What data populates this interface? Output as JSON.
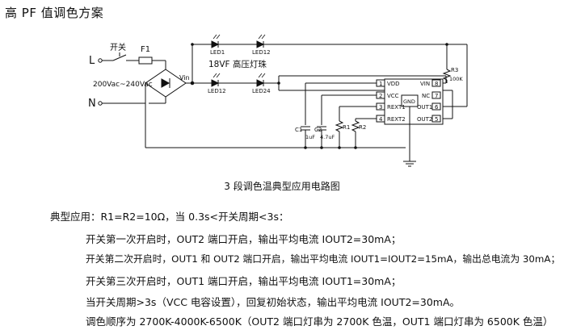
{
  "title": "高 PF 值调色方案",
  "circuit": {
    "switch_label": "开关",
    "fuse_label": "F1",
    "input_L": "L",
    "input_N": "N",
    "voltage_label": "200Vac~240Vac",
    "vin_label": "Vin",
    "led_labels": [
      "LED1",
      "LED12",
      "LED12",
      "LED24"
    ],
    "led_group_label": "18VF 高压灯珠",
    "r3_label": "R3",
    "r3_value": "100K",
    "c1_label": "C1",
    "c1_value": "1uF",
    "c2_label": "C2",
    "c2_value": "4.7uF",
    "r1_label": "R1",
    "r2_label": "R2",
    "chip_gnd": "GND",
    "chip_left_pins": [
      {
        "num": "1",
        "name": "VDD"
      },
      {
        "num": "2",
        "name": "VCC"
      },
      {
        "num": "3",
        "name": "REXT1"
      },
      {
        "num": "4",
        "name": "REXT2"
      }
    ],
    "chip_right_pins": [
      {
        "num": "8",
        "name": "VIN"
      },
      {
        "num": "7",
        "name": "NC"
      },
      {
        "num": "6",
        "name": "OUT1"
      },
      {
        "num": "5",
        "name": "OUT2"
      }
    ]
  },
  "caption": "3 段调色温典型应用电路图",
  "typical_app": "典型应用：R1=R2=10Ω，当 0.3s<开关周期<3s：",
  "lines": [
    "开关第一次开启时，OUT2 端口开启，输出平均电流 IOUT2=30mA；",
    "开关第二次开启时，OUT1 和 OUT2 端口开启，输出平均电流 IOUT1=IOUT2=15mA，输出总电流为 30mA；",
    "开关第三次开启时，OUT1 端口开启，输出平均电流 IOUT1=30mA；",
    "当开关周期>3s（VCC 电容设置），回复初始状态，输出平均电流 IOUT2=30mA。",
    "调色顺序为 2700K-4000K-6500K（OUT2 端口灯串为 2700K 色温，OUT1 端口灯串为 6500K 色温）"
  ]
}
